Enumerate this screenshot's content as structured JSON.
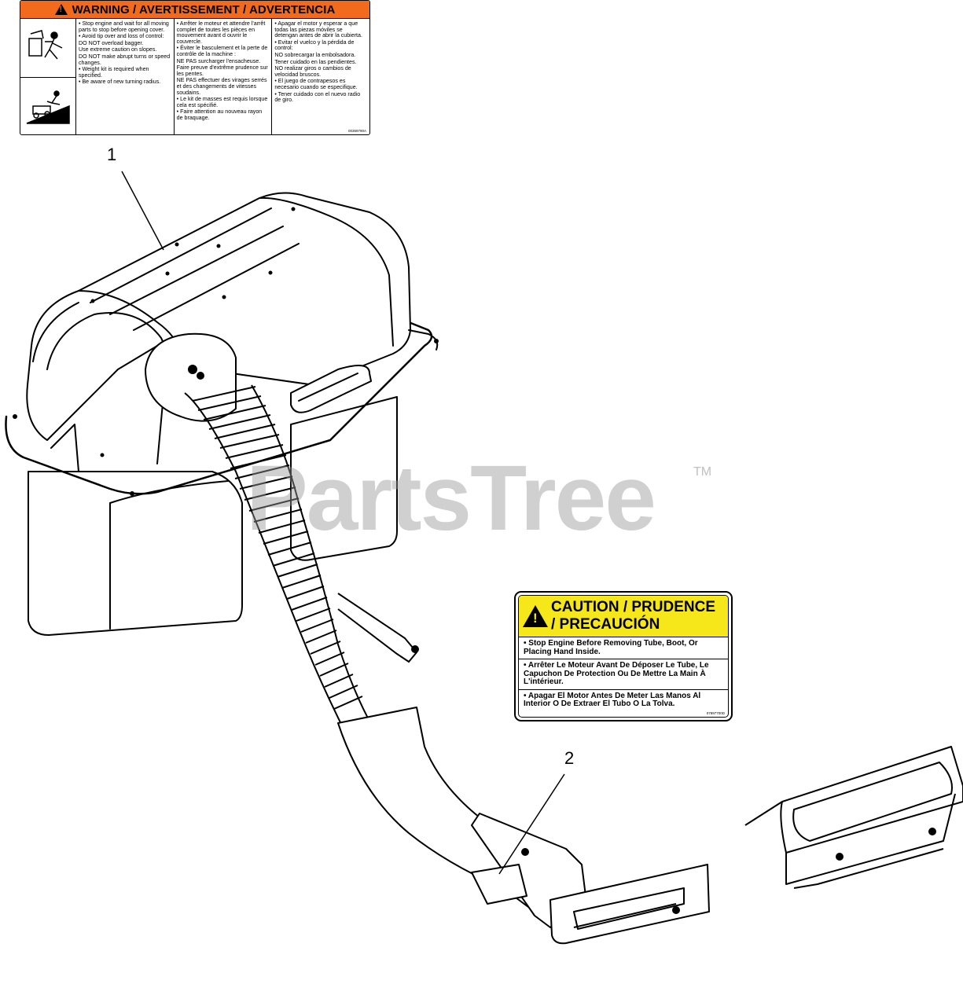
{
  "warning_decal": {
    "title": "WARNING / AVERTISSEMENT / ADVERTENCIA",
    "english": [
      "• Stop engine and wait for all moving parts to stop before opening cover.",
      "• Avoid tip over and loss of control:",
      "DO NOT overload bagger.",
      "Use extreme caution on slopes.",
      "DO NOT make abrupt turns or speed changes.",
      "• Weight kit is required when specified.",
      "• Be aware of new turning radius."
    ],
    "french": [
      "• Arrêter le moteur et attendre l'arrêt complet de toutes les pièces en mouvement avant d ouvrir le couvercle.",
      "• Éviter le basculement et la perte de contrôle de la machine :",
      "NE PAS surcharger l'ensacheuse.",
      "Faire preuve d'extrême prudence sur les pentes.",
      "NE PAS effectuer des virages serrés et des changements de vitesses soudains.",
      "• Le kit de masses est requis lorsque cela est spécifié.",
      "• Faire attention au nouveau rayon de braquage."
    ],
    "spanish": [
      "• Apagar el motor y esperar a que todas las piezas móviles se detengan antes de abrir la cubierta.",
      "• Evitar el vuelco y la pérdida de control:",
      "NO sobrecargar la embolsadora.",
      "Tener cuidado en las pendientes.",
      "NO realizar giros o cambios de velocidad bruscos.",
      "• El juego de contrapesos es necesario cuando se especifique.",
      "• Tener cuidado con el nuevo radio de giro."
    ],
    "code": "00369790A"
  },
  "caution_decal": {
    "title_line1": "CAUTION / PRUDENCE",
    "title_line2": "/ PRECAUCIÓN",
    "items": [
      "• Stop Engine Before Removing Tube, Boot, Or Placing Hand Inside.",
      "• Arrêter Le Moteur Avant De Déposer Le Tube, Le Capuchon De Protection Ou De Mettre La Main À L'intérieur.",
      "• Apagar El Motor Antes De Meter Las Manos Al Interior O De Extraer El Tubo O La Tolva."
    ],
    "code": "07897700D"
  },
  "callouts": {
    "one": "1",
    "two": "2"
  },
  "watermark": {
    "text": "PartsTree",
    "tm": "TM"
  },
  "colors": {
    "warning_orange": "#f26a1b",
    "caution_yellow": "#f6e71a",
    "line": "#000000"
  }
}
